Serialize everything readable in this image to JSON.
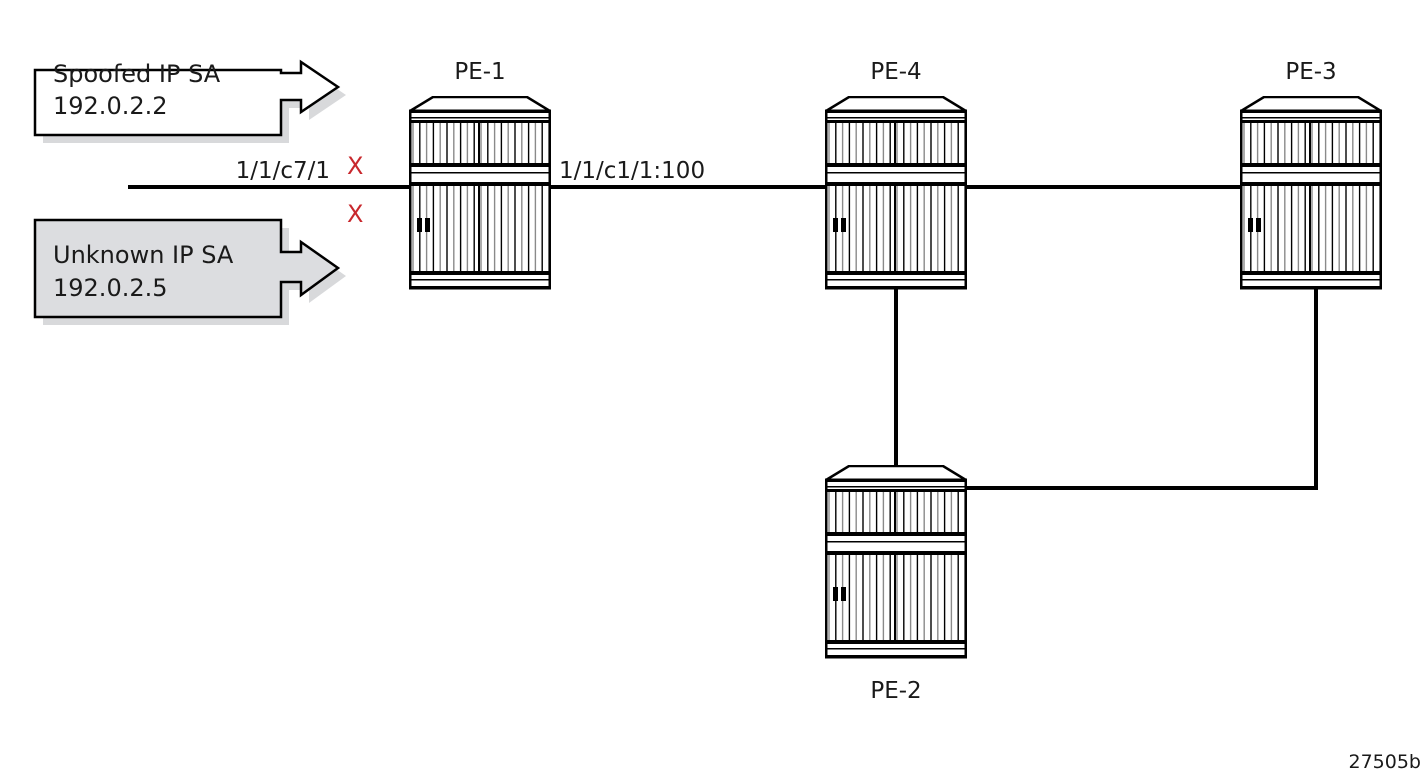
{
  "routers": [
    {
      "label": "PE-1"
    },
    {
      "label": "PE-4"
    },
    {
      "label": "PE-3"
    },
    {
      "label": "PE-2"
    }
  ],
  "callouts": [
    {
      "line1": "Spoofed IP SA",
      "line2": "192.0.2.2",
      "fill": "#ffffff"
    },
    {
      "line1": "Unknown IP SA",
      "line2": "192.0.2.5",
      "fill": "#dcdde0"
    }
  ],
  "ports": {
    "access": "1/1/c7/1",
    "sap": "1/1/c1/1:100"
  },
  "drop_marks": [
    "X",
    "X"
  ],
  "drop_color": "#c8282d",
  "figure_id": "27505b"
}
